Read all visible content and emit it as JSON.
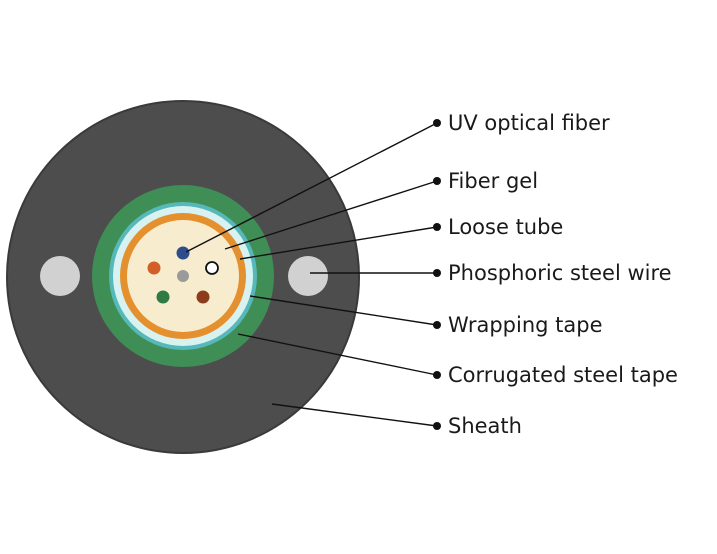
{
  "colors": {
    "sheath": "#4d4d4d",
    "sheath_edge": "#3a3a3a",
    "steel_wire": "#d1d1d1",
    "corrugated_tape": "#3f8e56",
    "wrapping_tape": "#56b8b8",
    "tube_inner_ring": "#d8f2f2",
    "loose_tube": "#e5902e",
    "fiber_gel": "#f7edce",
    "fiber_blue": "#2e4d8f",
    "fiber_orange": "#d25f28",
    "fiber_gray": "#9a9a9a",
    "fiber_white": "#ffffff",
    "fiber_green": "#2f7a45",
    "fiber_brown": "#8e3d1c",
    "leader_line": "#111111"
  },
  "labels": [
    {
      "id": "uv-optical-fiber",
      "text": "UV optical fiber"
    },
    {
      "id": "fiber-gel",
      "text": "Fiber gel"
    },
    {
      "id": "loose-tube",
      "text": "Loose tube"
    },
    {
      "id": "phosphoric-steel-wire",
      "text": "Phosphoric steel wire"
    },
    {
      "id": "wrapping-tape",
      "text": "Wrapping tape"
    },
    {
      "id": "corrugated-steel-tape",
      "text": "Corrugated steel tape"
    },
    {
      "id": "sheath",
      "text": "Sheath"
    }
  ]
}
